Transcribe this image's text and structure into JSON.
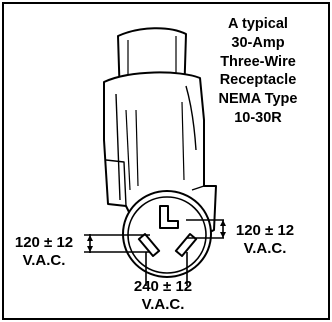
{
  "title": {
    "lines": [
      "A typical",
      "30-Amp",
      "Three-Wire",
      "Receptacle",
      "NEMA Type",
      "10-30R"
    ]
  },
  "measurements": {
    "left": {
      "value": "120 ± 12",
      "unit": "V.A.C."
    },
    "right": {
      "value": "120 ± 12",
      "unit": "V.A.C."
    },
    "bottom": {
      "value": "240 ± 12",
      "unit": "V.A.C."
    }
  },
  "colors": {
    "line": "#000000",
    "background": "#ffffff"
  }
}
